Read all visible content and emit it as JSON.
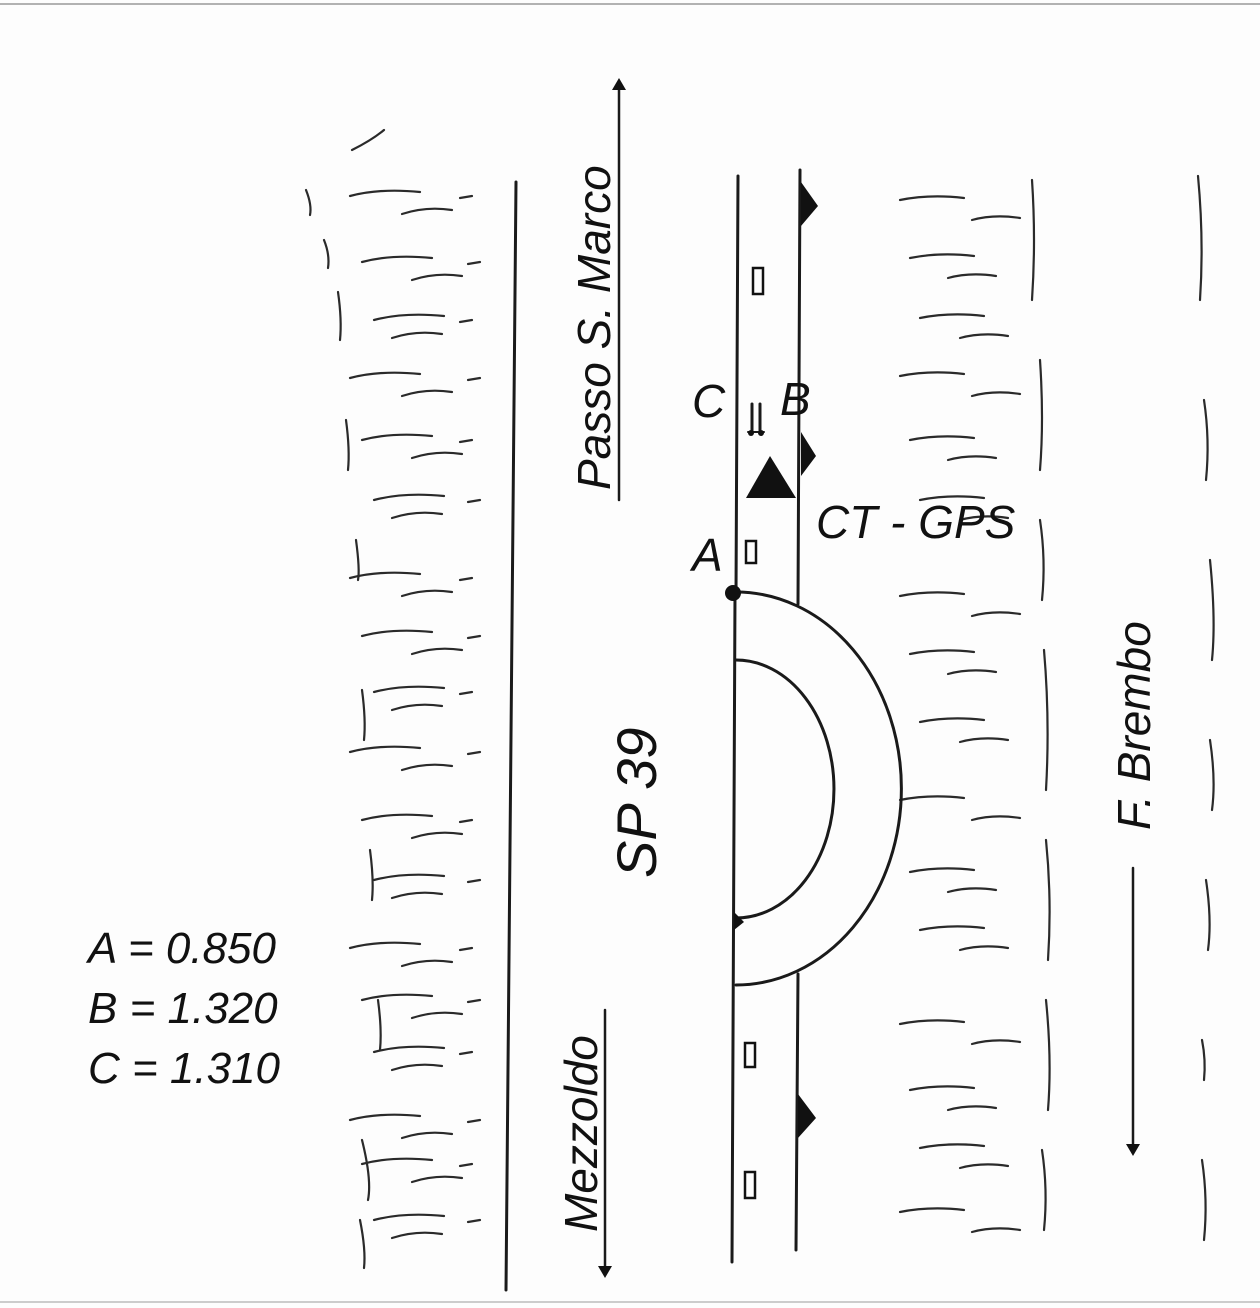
{
  "diagram": {
    "labels": {
      "north_destination": "Passo S. Marco",
      "south_destination": "Mezzoldo",
      "road": "SP 39",
      "river": "F. Brembo",
      "station": "CT - GPS",
      "point_a": "A",
      "point_b": "B",
      "point_c": "C"
    },
    "measurements": [
      {
        "text": "A = 0.850"
      },
      {
        "text": "B = 1.320"
      },
      {
        "text": "C = 1.310"
      }
    ]
  }
}
